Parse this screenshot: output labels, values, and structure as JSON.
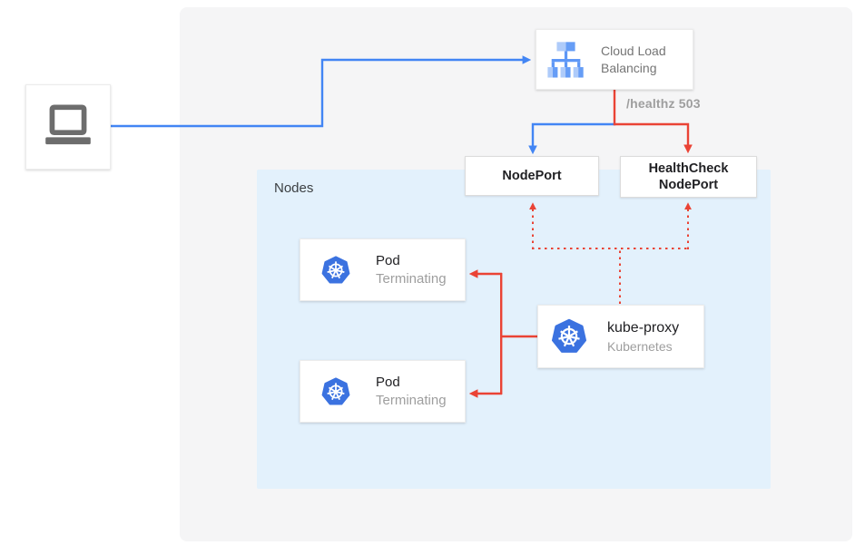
{
  "clb": {
    "label": "Cloud Load Balancing"
  },
  "healthz": "/healthz 503",
  "nodeport": {
    "label": "NodePort"
  },
  "healthcheck": {
    "label": "HealthCheck NodePort"
  },
  "nodes": {
    "label": "Nodes"
  },
  "pods": [
    {
      "title": "Pod",
      "status": "Terminating"
    },
    {
      "title": "Pod",
      "status": "Terminating"
    }
  ],
  "kube_proxy": {
    "title": "kube-proxy",
    "subtitle": "Kubernetes"
  },
  "icons": {
    "client": "laptop-icon",
    "load_balancer": "cloud-load-balancing-icon",
    "pod": "kubernetes-icon",
    "kube_proxy": "kubernetes-icon"
  },
  "colors": {
    "blue": "#4285f4",
    "red": "#ea4335",
    "panel_gray": "#f5f5f6",
    "nodes_blue": "#e3f1fc",
    "box_border": "#ececec",
    "text_dark": "#212124",
    "text_gray": "#757575",
    "text_muted": "#9e9e9e",
    "nodes_label": "#3c4043",
    "laptop_gray": "#6d6d6d",
    "k8s_blue": "#3b72e0",
    "clb_light": "#aecbfa",
    "clb_medium": "#669df6",
    "clb_stem": "#5e97f6"
  }
}
